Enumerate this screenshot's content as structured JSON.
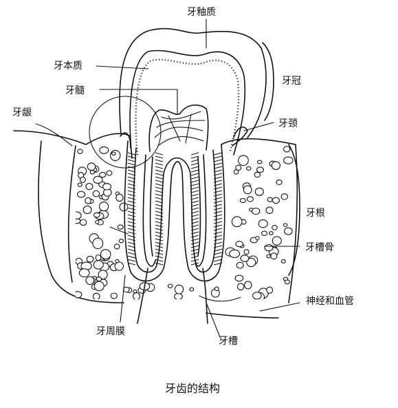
{
  "labels": {
    "enamel": "牙釉质",
    "dentin": "牙本质",
    "pulp": "牙髓",
    "gum": "牙龈",
    "crown": "牙冠",
    "neck": "牙颈",
    "root": "牙根",
    "alveolar_bone": "牙槽骨",
    "nerves_vessels": "神经和血管",
    "periodontal_membrane": "牙周膜",
    "socket": "牙槽"
  },
  "caption": "牙齿的结构"
}
